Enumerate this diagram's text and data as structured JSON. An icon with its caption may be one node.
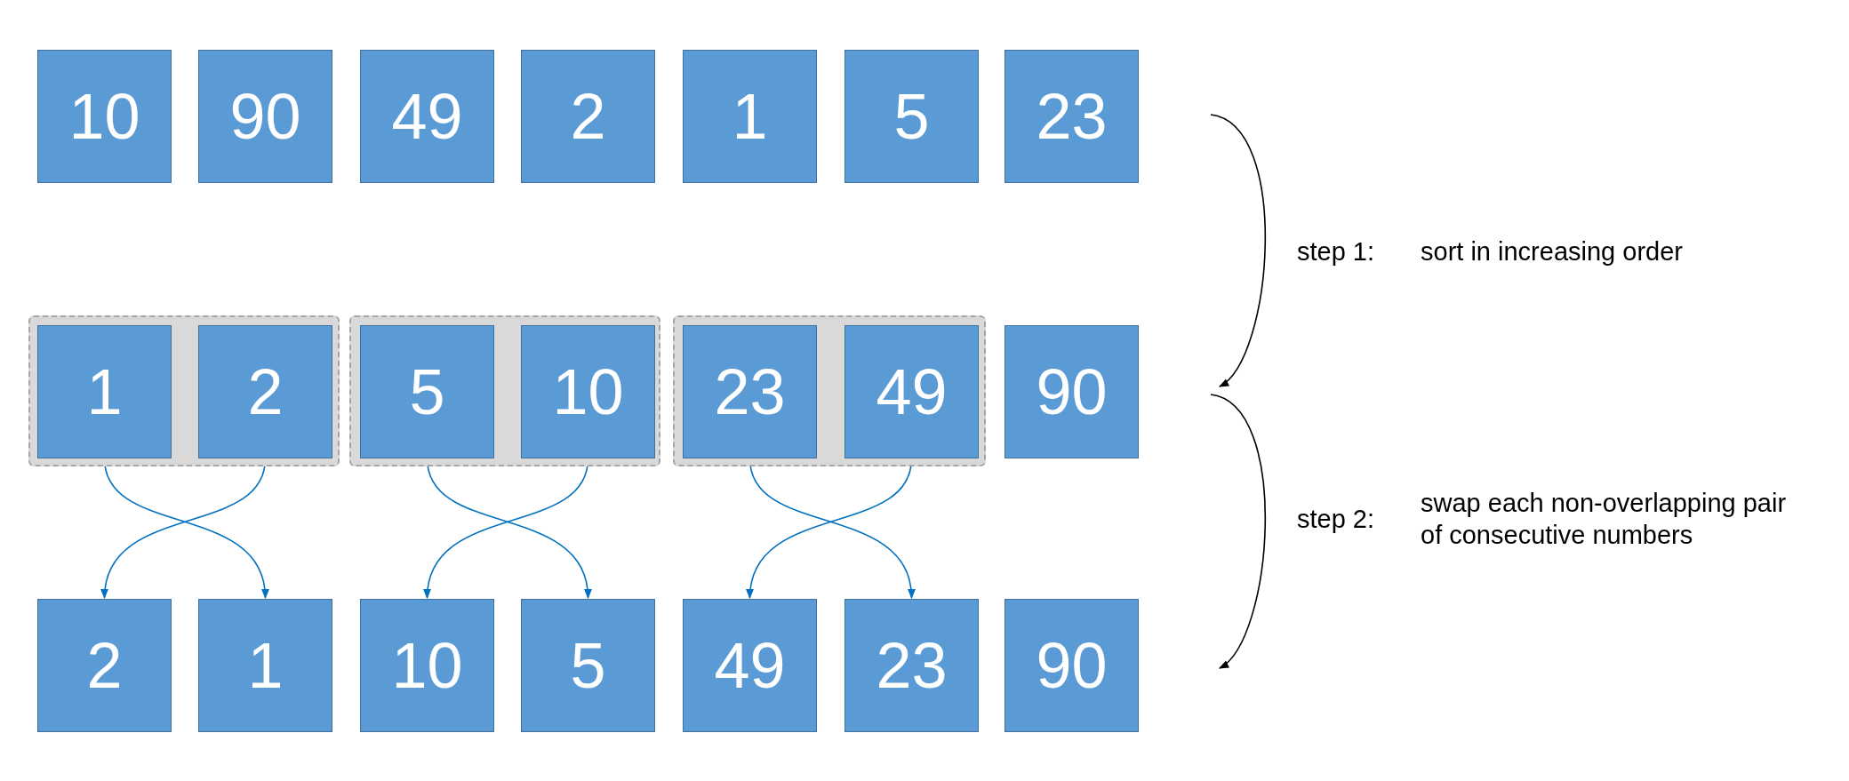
{
  "diagram": {
    "nodes": [
      {
        "text": [
          "10"
        ]
      },
      {
        "text": [
          "90"
        ]
      },
      {
        "text": [
          "49"
        ]
      },
      {
        "text": [
          "2"
        ]
      },
      {
        "text": [
          "1"
        ]
      },
      {
        "text": [
          "5"
        ]
      },
      {
        "text": [
          "23"
        ]
      },
      {
        "text": [],
        "shape": "box"
      },
      {
        "text": [
          "1"
        ],
        "in": 7
      },
      {
        "text": [
          "2"
        ],
        "in": 7
      },
      {
        "text": [],
        "shape": "box"
      },
      {
        "text": [
          "5"
        ],
        "in": 10
      },
      {
        "text": [
          "10"
        ],
        "in": 10
      },
      {
        "text": [],
        "shape": "box"
      },
      {
        "text": [
          "23"
        ],
        "in": 13
      },
      {
        "text": [
          "49"
        ],
        "in": 13
      },
      {
        "text": [
          "90"
        ]
      },
      {
        "text": [
          "2"
        ]
      },
      {
        "text": [
          "1"
        ]
      },
      {
        "text": [
          "10"
        ]
      },
      {
        "text": [
          "5"
        ]
      },
      {
        "text": [
          "49"
        ]
      },
      {
        "text": [
          "23"
        ]
      },
      {
        "text": [
          "90"
        ]
      }
    ],
    "edges": [
      {
        "from": 8,
        "to": 18,
        "arrow": "to"
      },
      {
        "from": 9,
        "to": 17,
        "arrow": "to"
      },
      {
        "from": 11,
        "to": 20,
        "arrow": "to"
      },
      {
        "from": 12,
        "to": 19,
        "arrow": "to"
      },
      {
        "from": 14,
        "to": 22,
        "arrow": "to"
      },
      {
        "from": 15,
        "to": 21,
        "arrow": "to"
      }
    ],
    "labels": [
      "step 1:",
      "sort in increasing order",
      "step 2:",
      "swap each non-overlapping pair of consecutive numbers"
    ]
  }
}
